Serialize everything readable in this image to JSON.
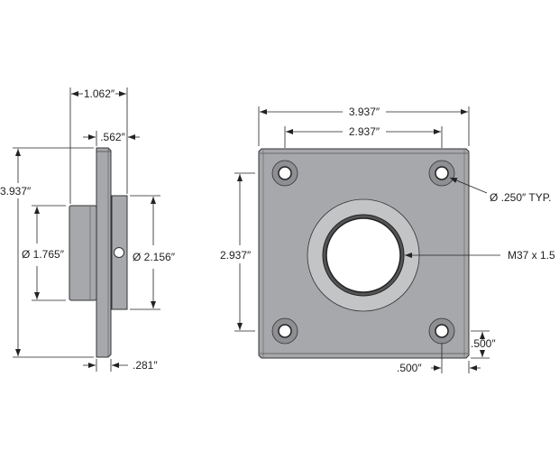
{
  "colors": {
    "part": "#a7a8ab",
    "ring": "#c3c4c6",
    "line": "#222222"
  },
  "side_view": {
    "overall_depth": "1.062″",
    "boss_depth": ".562″",
    "height": "3.937″",
    "front_boss_diameter": "Ø 1.765″",
    "rear_boss_diameter": "Ø 2.156″",
    "flange_thickness": ".281″"
  },
  "front_view": {
    "width": "3.937″",
    "hole_spacing_horizontal": "2.937″",
    "hole_spacing_vertical": "2.937″",
    "hole_callout": "Ø .250″ TYP.",
    "thread_callout": "M37 x 1.5",
    "edge_offset_vertical": ".500″",
    "edge_offset_horizontal": ".500″"
  }
}
